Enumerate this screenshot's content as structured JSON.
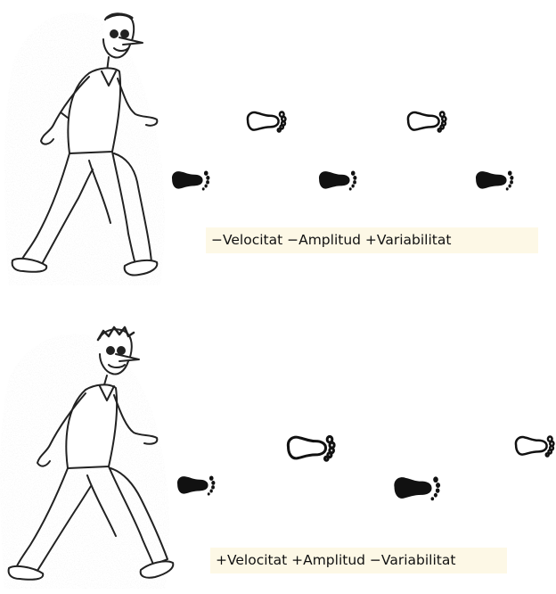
{
  "panels": [
    {
      "caption": "−Velocitat −Amplitud +Variabilitat",
      "figure": "walking-man-sketch",
      "footprints": [
        "left-foot-filled",
        "right-foot-outline",
        "left-foot-filled",
        "right-foot-outline",
        "left-foot-filled"
      ]
    },
    {
      "caption": "+Velocitat +Amplitud −Variabilitat",
      "figure": "walking-man-sketch",
      "footprints": [
        "left-foot-filled",
        "right-foot-outline",
        "left-foot-filled",
        "right-foot-outline"
      ]
    }
  ],
  "colors": {
    "caption_bg": "#fdf8e6",
    "ink": "#111111",
    "sketch_shade": "#c9c9c9"
  }
}
